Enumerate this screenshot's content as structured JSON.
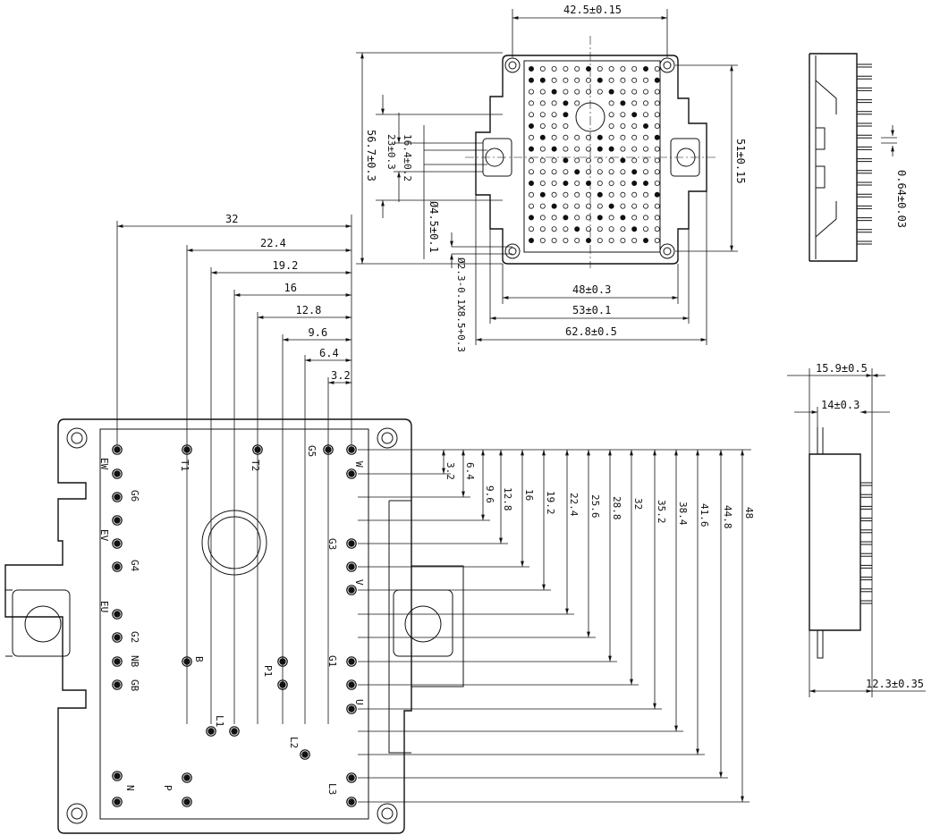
{
  "top_view": {
    "dims": {
      "width_pitch": "42.5±0.15",
      "height_total": "56.7±0.3",
      "height_pitch": "51±0.15",
      "bolt_vert": "16.4±0.2",
      "bolt_vert2": "23±0.3",
      "hole_dia": "Ø4.5±0.1",
      "slot": "Ø2.3-0.1X8.5+0.3",
      "width_48": "48±0.3",
      "width_53": "53±0.1",
      "width_62": "62.8±0.5"
    }
  },
  "side_view": {
    "dims": {
      "pin_width": "0.64±0.03",
      "total_height": "15.9±0.5",
      "body_height": "14±0.3",
      "pin_length": "12.3±0.35"
    }
  },
  "pins": {
    "top_left": "EW",
    "t1": "T1",
    "t2": "T2",
    "g5": "G5",
    "w": "W",
    "g6": "G6",
    "ev": "EV",
    "g4": "G4",
    "eu": "EU",
    "g2": "G2",
    "nb": "NB",
    "gb": "GB",
    "b": "B",
    "g3": "G3",
    "v": "V",
    "g1": "G1",
    "u": "U",
    "p1": "P1",
    "l1": "L1",
    "l2": "L2",
    "n": "N",
    "p": "P",
    "l3": "L3"
  },
  "horizontal_dims": [
    "32",
    "22.4",
    "19.2",
    "16",
    "12.8",
    "9.6",
    "6.4",
    "3.2"
  ],
  "vertical_dims": [
    "3.2",
    "6.4",
    "9.6",
    "12.8",
    "16",
    "19.2",
    "22.4",
    "25.6",
    "28.8",
    "32",
    "35.2",
    "38.4",
    "41.6",
    "44.8",
    "48"
  ]
}
